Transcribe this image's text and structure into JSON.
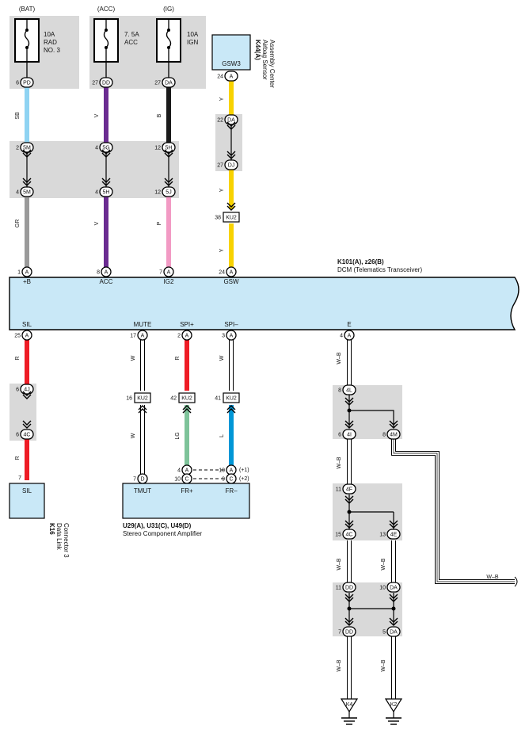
{
  "fuses": [
    {
      "source": "(BAT)",
      "name": [
        "10A",
        "RAD",
        "NO. 3"
      ],
      "pin": "6",
      "conn": "PD"
    },
    {
      "source": "(ACC)",
      "name": [
        "7. 5A",
        "ACC"
      ],
      "pin": "27",
      "conn": "DD"
    },
    {
      "source": "(IG)",
      "name": [
        "10A",
        "IGN"
      ],
      "pin": "27",
      "conn": "DA"
    }
  ],
  "airbag": {
    "code": "K44(A)",
    "name": [
      "Airbag Sensor",
      "Assembly Center"
    ],
    "terminal": "GSW3",
    "pin": "24",
    "conn": "A"
  },
  "wire_colors": {
    "bat_upper": "SB",
    "acc_upper": "V",
    "ig_upper": "B",
    "bat_lower": "GR",
    "acc_lower": "V",
    "ig_lower": "P",
    "gsw_a": "Y",
    "gsw_b": "Y",
    "gsw_c": "Y",
    "sil_a": "R",
    "sil_b": "R",
    "mute_a": "W",
    "mute_b": "W",
    "spip_a": "R",
    "spip_b": "LG",
    "spim_a": "W",
    "spim_b": "L",
    "e_a": "W–B",
    "e_b": "W–B",
    "e_c1": "W–B",
    "e_c2": "W–B",
    "e_d1": "W–B",
    "e_d2": "W–B",
    "e_branch": "W–B"
  },
  "colors": {
    "SB": "#8fd3f2",
    "V": "#6b2c91",
    "B": "#1a1a1a",
    "GR": "#9a9a9a",
    "P": "#f29ac4",
    "Y": "#f8d200",
    "R": "#ee1c25",
    "LG": "#7ec39a",
    "L": "#0096d6",
    "box_fill": "#c9e8f7",
    "joint_fill": "#d9d9d9"
  },
  "junctions": {
    "j1_top": [
      {
        "pin": "2",
        "conn": "5M"
      },
      {
        "pin": "4",
        "conn": "5G"
      },
      {
        "pin": "12",
        "conn": "5H"
      }
    ],
    "j1_bottom": [
      {
        "pin": "4",
        "conn": "5M"
      },
      {
        "pin": "4",
        "conn": "5H"
      },
      {
        "pin": "12",
        "conn": "5J"
      }
    ],
    "gsw_top": {
      "pin": "22",
      "conn": "DA"
    },
    "gsw_bottom": {
      "pin": "27",
      "conn": "DJ"
    },
    "gsw_inline": {
      "pin": "38",
      "conn": "KU2"
    },
    "sil_top": {
      "pin": "6",
      "conn": "4J"
    },
    "sil_bottom": {
      "pin": "6",
      "conn": "4C"
    },
    "ku2": [
      {
        "pin": "16",
        "conn": "KU2"
      },
      {
        "pin": "42",
        "conn": "KU2"
      },
      {
        "pin": "41",
        "conn": "KU2"
      }
    ],
    "e1_top": {
      "pin": "8",
      "conn": "4L"
    },
    "e1_bl": {
      "pin": "6",
      "conn": "4I"
    },
    "e1_br": {
      "pin": "8",
      "conn": "4M"
    },
    "e2_top": {
      "pin": "11",
      "conn": "4F"
    },
    "e2_bl": {
      "pin": "15",
      "conn": "4C"
    },
    "e2_br": {
      "pin": "13",
      "conn": "4E"
    },
    "e3_tl": {
      "pin": "11",
      "conn": "DD"
    },
    "e3_tr": {
      "pin": "10",
      "conn": "DA"
    },
    "e3_bl": {
      "pin": "7",
      "conn": "DD"
    },
    "e3_br": {
      "pin": "5",
      "conn": "DA"
    }
  },
  "dcm": {
    "code": "K101(A), z26(B)",
    "name": "DCM (Telematics Transceiver)",
    "top_pins": [
      {
        "label": "+B",
        "pin": "1",
        "conn": "A"
      },
      {
        "label": "ACC",
        "pin": "8",
        "conn": "A"
      },
      {
        "label": "IG2",
        "pin": "7",
        "conn": "A"
      },
      {
        "label": "GSW",
        "pin": "24",
        "conn": "A"
      }
    ],
    "bottom_pins": [
      {
        "label": "SIL",
        "pin": "25",
        "conn": "A"
      },
      {
        "label": "MUTE",
        "pin": "17",
        "conn": "A"
      },
      {
        "label": "SPI+",
        "pin": "2",
        "conn": "A"
      },
      {
        "label": "SPI–",
        "pin": "3",
        "conn": "A"
      },
      {
        "label": "E",
        "pin": "4",
        "conn": "A"
      }
    ]
  },
  "dlc": {
    "code": "K16",
    "name": [
      "Data Link",
      "Connector 3"
    ],
    "terminal": "SIL",
    "pin": "7"
  },
  "amp": {
    "code": "U29(A), U31(C), U49(D)",
    "name": "Stereo Component Amplifier",
    "terminals": [
      "TMUT",
      "FR+",
      "FR–"
    ],
    "pins": [
      {
        "pin": "7",
        "conn": "D"
      },
      {
        "pin": "4",
        "conn": "A"
      },
      {
        "pin": "10",
        "conn": "C"
      },
      {
        "pin": "10",
        "conn": "A",
        "note": "(+1)"
      },
      {
        "pin": "9",
        "conn": "C",
        "note": "(+2)"
      }
    ]
  },
  "grounds": [
    "K4",
    "K2"
  ]
}
